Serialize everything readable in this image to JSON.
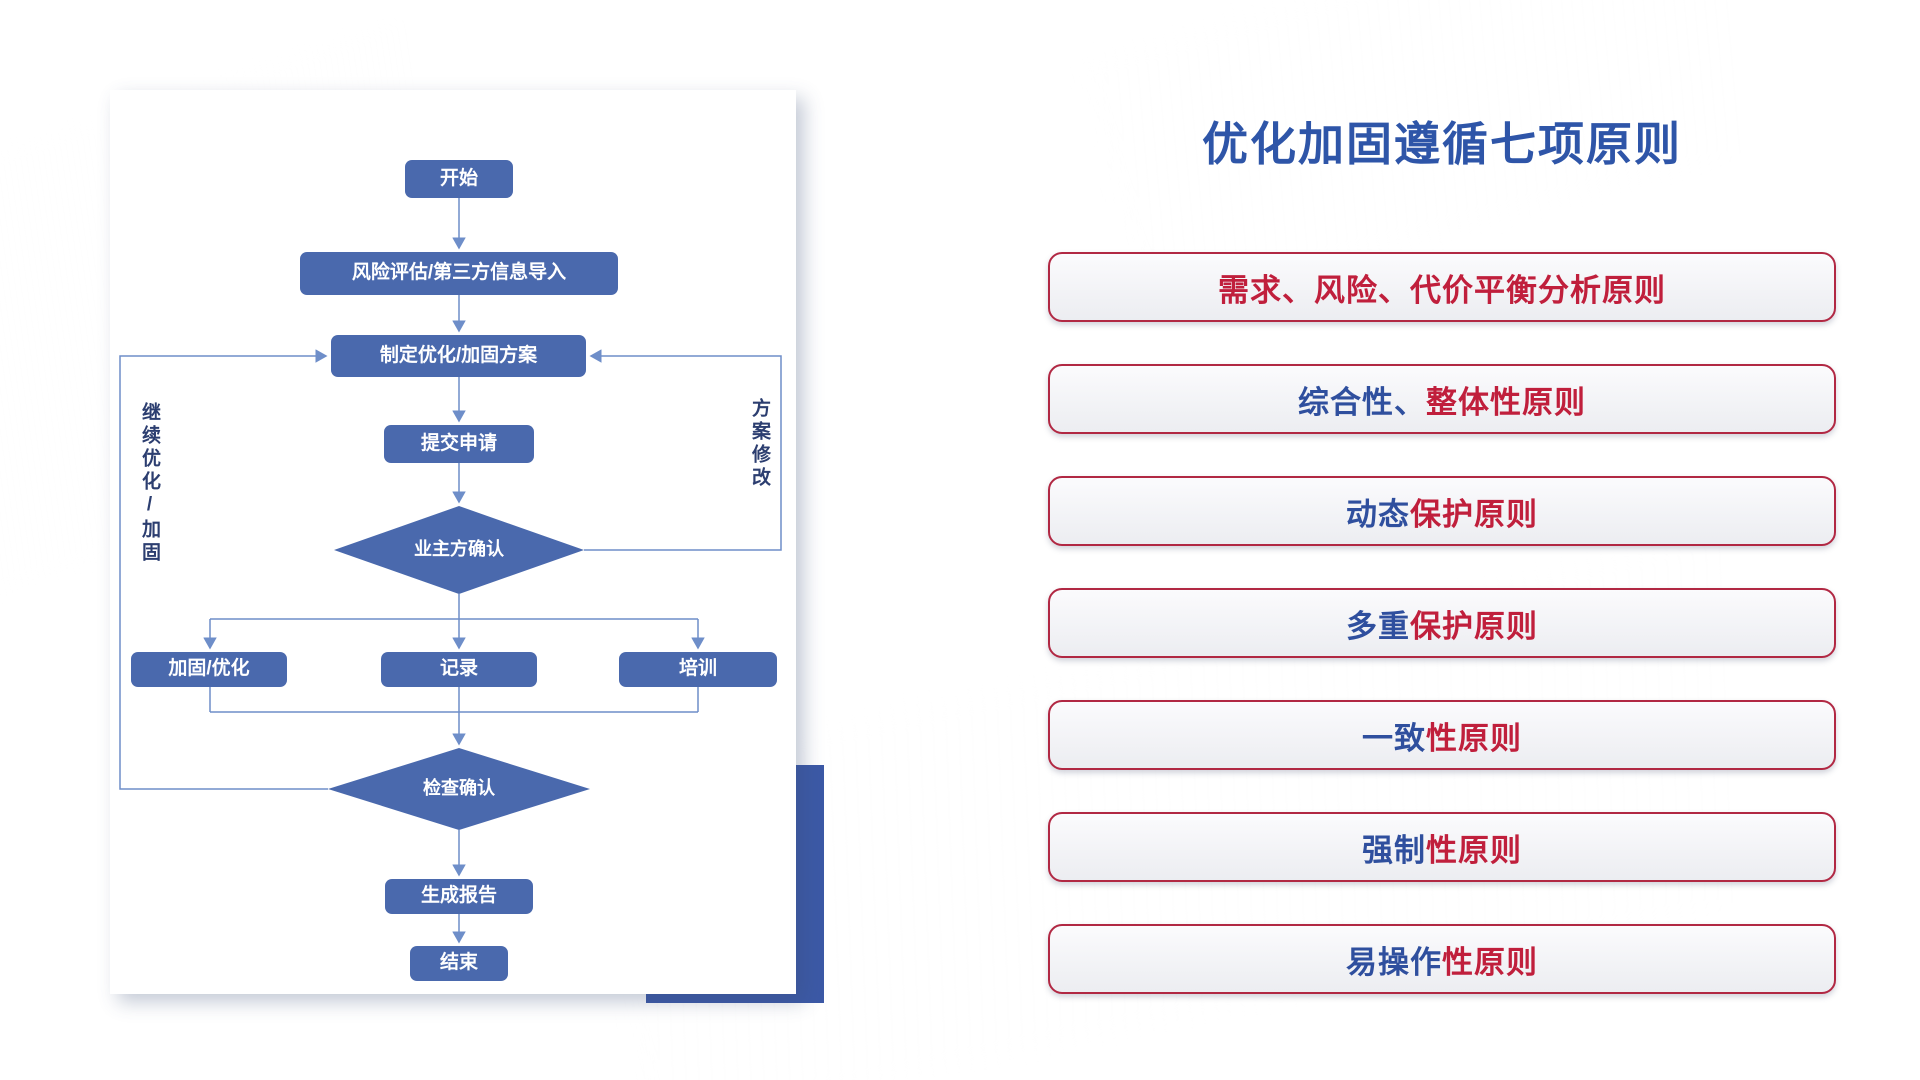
{
  "flowchart": {
    "nodes": {
      "start": "开始",
      "risk_import": "风险评估/第三方信息导入",
      "make_plan": "制定优化/加固方案",
      "submit": "提交申请",
      "owner_confirm": "业主方确认",
      "harden": "加固/优化",
      "record": "记录",
      "training": "培训",
      "check_confirm": "检查确认",
      "report": "生成报告",
      "end": "结束"
    },
    "side_labels": {
      "continue_loop": "继续优化/加固",
      "plan_revision": "方案修改"
    },
    "colors": {
      "node_fill": "#4a69ad",
      "line": "#6e8ec9"
    }
  },
  "panel": {
    "title": "优化加固遵循七项原则",
    "colors": {
      "title": "#2e55a8",
      "blue": "#2f4f9e",
      "red": "#c01f3c",
      "pill_border": "#b12843"
    },
    "principles": [
      {
        "segments": [
          {
            "text": "需求、风险、代价平衡分析原则",
            "color": "red"
          }
        ]
      },
      {
        "segments": [
          {
            "text": "综合性、",
            "color": "blue"
          },
          {
            "text": "整体性原则",
            "color": "red"
          }
        ]
      },
      {
        "segments": [
          {
            "text": "动态",
            "color": "blue"
          },
          {
            "text": "保护原则",
            "color": "red"
          }
        ]
      },
      {
        "segments": [
          {
            "text": "多重",
            "color": "blue"
          },
          {
            "text": "保护原则",
            "color": "red"
          }
        ]
      },
      {
        "segments": [
          {
            "text": "一致",
            "color": "blue"
          },
          {
            "text": "性原则",
            "color": "red"
          }
        ]
      },
      {
        "segments": [
          {
            "text": "强制",
            "color": "blue"
          },
          {
            "text": "性原则",
            "color": "red"
          }
        ]
      },
      {
        "segments": [
          {
            "text": "易操作",
            "color": "blue"
          },
          {
            "text": "性原则",
            "color": "red"
          }
        ]
      }
    ]
  }
}
